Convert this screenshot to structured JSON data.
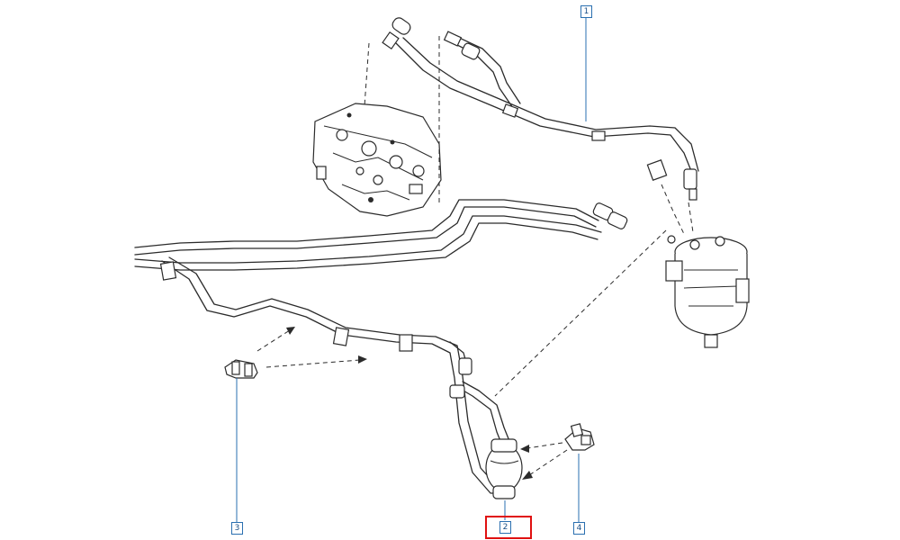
{
  "callouts": [
    {
      "id": "1",
      "label": "1"
    },
    {
      "id": "2",
      "label": "2",
      "highlighted": true
    },
    {
      "id": "3",
      "label": "3"
    },
    {
      "id": "4",
      "label": "4"
    }
  ],
  "colors": {
    "line": "#2b2b2b",
    "callout_border": "#2a6fb0",
    "highlight": "#e01010"
  }
}
